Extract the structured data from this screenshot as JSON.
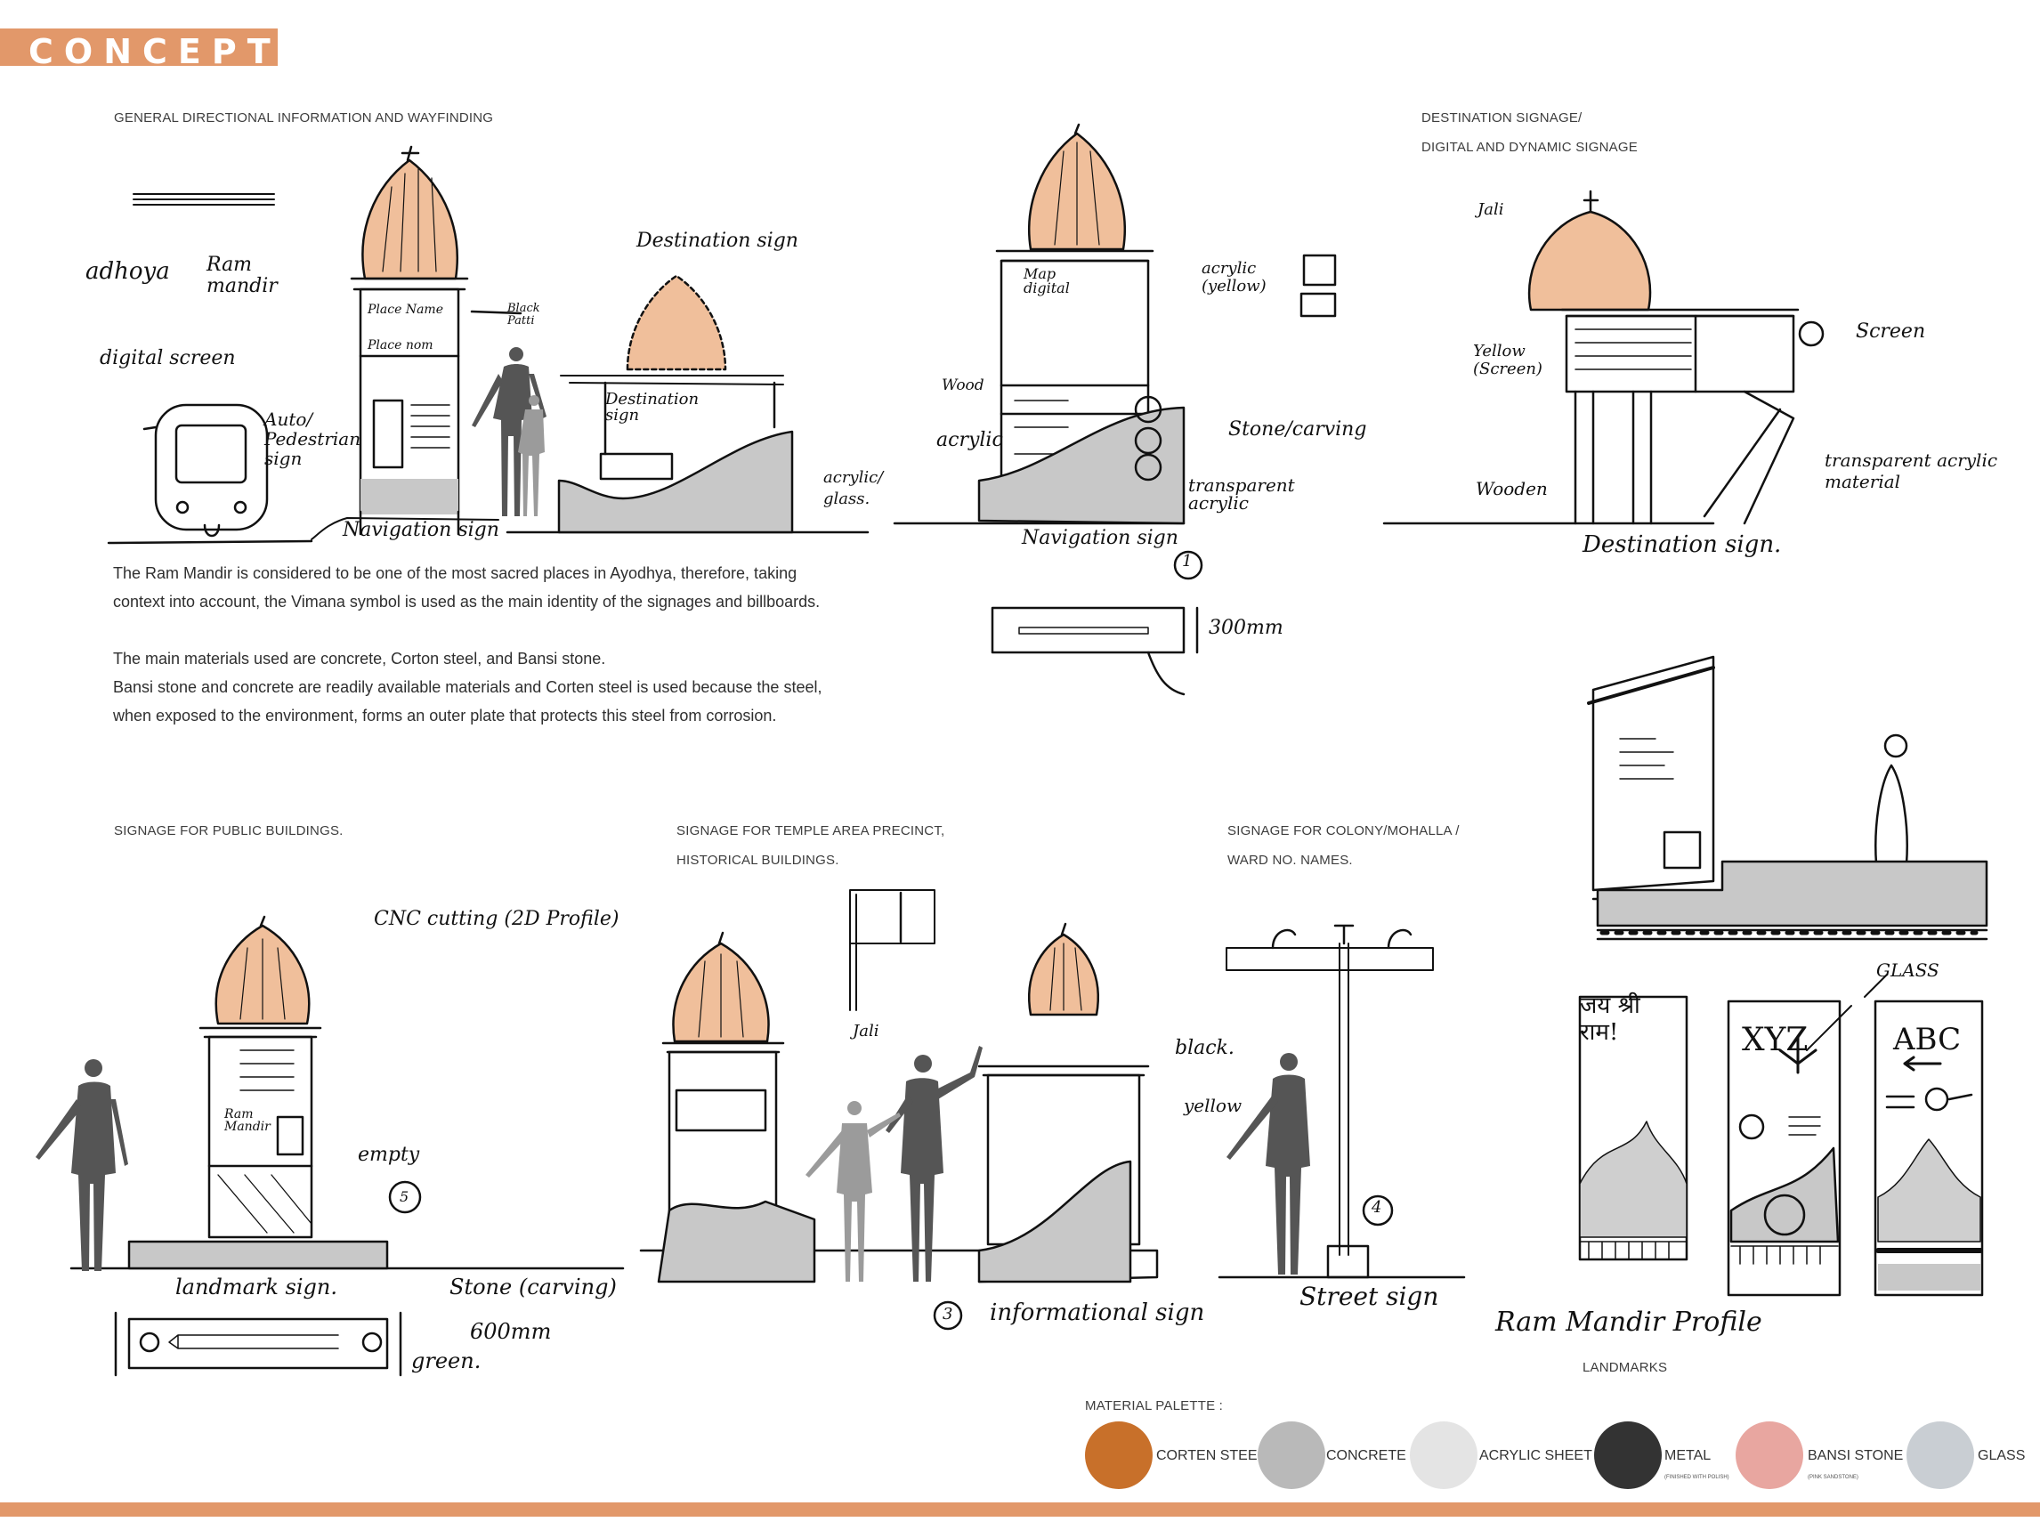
{
  "header": {
    "title": "CONCEPT"
  },
  "sections": {
    "general": "GENERAL DIRECTIONAL INFORMATION AND WAYFINDING",
    "destination_1": "DESTINATION SIGNAGE/",
    "destination_2": "DIGITAL AND DYNAMIC SIGNAGE",
    "public": "SIGNAGE FOR PUBLIC BUILDINGS.",
    "temple_1": "SIGNAGE FOR TEMPLE AREA PRECINCT,",
    "temple_2": "HISTORICAL BUILDINGS.",
    "colony_1": "SIGNAGE FOR COLONY/MOHALLA /",
    "colony_2": "WARD NO. NAMES.",
    "landmarks": "LANDMARKS"
  },
  "description": {
    "p1a": "The Ram Mandir is considered to be one of the most sacred places in Ayodhya, therefore, taking",
    "p1b": "context into account, the Vimana symbol is used as the main identity of the signages and billboards.",
    "p2": " The main materials used are concrete, Corton steel, and Bansi stone.",
    "p3a": " Bansi stone and concrete are readily available materials and Corten steel is used because the steel,",
    "p3b": "when exposed to the environment, forms an outer plate that protects this steel from corrosion."
  },
  "annotations": {
    "adhoya": "adhoya",
    "ram_mandir": "Ram mandir",
    "place_name": "Place Name",
    "place_name2": "Place nom",
    "black_patti": "Black Patti",
    "digital_screen": "digital screen",
    "auto_ped": "Auto/ Pedestrian sign",
    "navigation_sign": "Navigation sign",
    "destination_sign_top": "Destination sign",
    "destination_inner": "Destination sign",
    "acrylic_glass": "acrylic/ glass.",
    "map_digital": "Map digital",
    "wood": "Wood",
    "acrylic": "acrylic",
    "acrylic_yellow": "acrylic (yellow)",
    "stone_carving": "Stone/carving",
    "transparent_acrylic": "transparent acrylic",
    "nav_sign2": "Navigation sign",
    "circle1": "1",
    "dim_300": "300mm",
    "jali": "Jali",
    "yellow_screen": "Yellow (Screen)",
    "screen": "Screen",
    "wooden": "Wooden",
    "transparent_acrylic2": "transparent acrylic material",
    "destination_sign2": "Destination sign.",
    "cnc": "CNC cutting (2D Profile)",
    "ram_mandir_v": "Ram Mandir",
    "empty": "empty",
    "circle5": "5",
    "landmark_sign": "landmark sign.",
    "stone_carving2": "Stone (carving)",
    "dim_600": "600mm",
    "green": "green.",
    "jali2": "Jali",
    "black": "black.",
    "yellow": "yellow",
    "circle3": "3",
    "informational_sign": "informational sign",
    "circle4": "4",
    "street_sign": "Street sign",
    "glass": "GLASS",
    "xyz": "XYZ",
    "abc": "ABC",
    "hindi": "जय श्री राम!",
    "ram_mandir_profile": "Ram Mandir Profile"
  },
  "palette": {
    "title": "MATERIAL PALETTE :",
    "items": [
      {
        "name": "CORTEN STEEL",
        "sub": "",
        "color": "#c8702a"
      },
      {
        "name": "CONCRETE",
        "sub": "",
        "color": "#b9b9b9"
      },
      {
        "name": "ACRYLIC SHEET",
        "sub": "",
        "color": "#e4e4e4"
      },
      {
        "name": "METAL",
        "sub": "(FINISHED WITH POLISH)",
        "color": "#333333"
      },
      {
        "name": "BANSI STONE",
        "sub": "(PINK SANDSTONE)",
        "color": "#e8a6a0"
      },
      {
        "name": "GLASS",
        "sub": "",
        "color": "#c9ced3"
      }
    ]
  },
  "colors": {
    "accent": "#e2986a",
    "dome": "#f0bf9b",
    "concrete": "#c8c8c8",
    "figure": "#555555"
  }
}
